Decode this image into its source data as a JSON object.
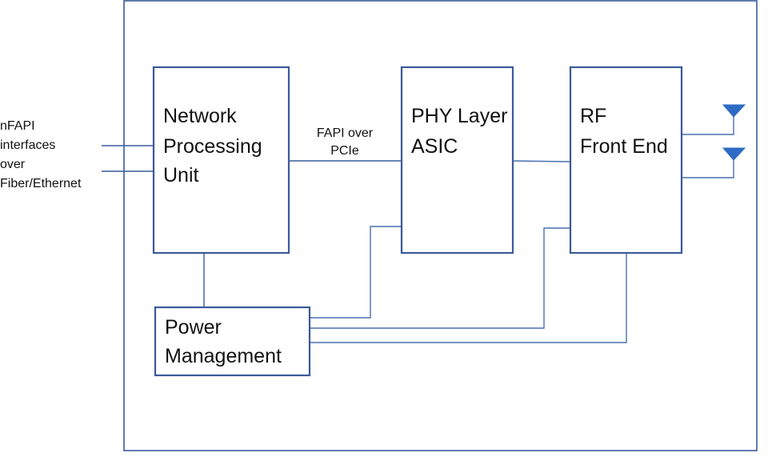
{
  "diagram": {
    "external_label": [
      "nFAPI",
      "interfaces",
      "over",
      "Fiber/Ethernet"
    ],
    "npu": {
      "lines": [
        "Network",
        "Processing",
        "Unit"
      ]
    },
    "phy": {
      "lines": [
        "PHY Layer",
        "ASIC"
      ]
    },
    "rf": {
      "lines": [
        "RF",
        "Front End"
      ]
    },
    "power": {
      "lines": [
        "Power",
        "Management"
      ]
    },
    "link_npu_phy": [
      "FAPI over",
      "PCIe"
    ],
    "colors": {
      "box_stroke": "#3a5a99",
      "line": "#4a6fb0",
      "antenna": "#2e6bc4"
    },
    "icons": [
      "antenna-icon",
      "antenna-icon"
    ]
  }
}
